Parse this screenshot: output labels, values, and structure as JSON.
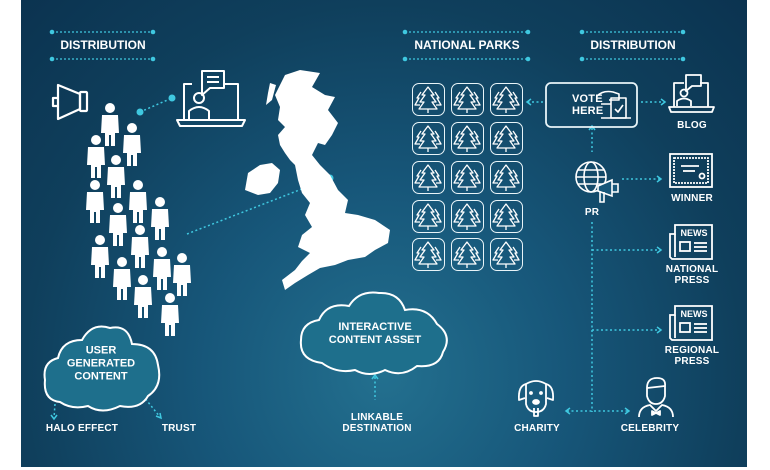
{
  "headings": {
    "left_distribution": "DISTRIBUTION",
    "national_parks": "NATIONAL PARKS",
    "right_distribution": "DISTRIBUTION"
  },
  "clouds": {
    "ugc": [
      "USER",
      "GENERATED",
      "CONTENT"
    ],
    "interactive": [
      "INTERACTIVE",
      "CONTENT ASSET"
    ]
  },
  "labels": {
    "halo_effect": "HALO EFFECT",
    "trust": "TRUST",
    "linkable_1": "LINKABLE",
    "linkable_2": "DESTINATION",
    "vote_1": "VOTE",
    "vote_2": "HERE",
    "blog": "BLOG",
    "pr": "PR",
    "winner": "WINNER",
    "national_press_1": "NATIONAL",
    "national_press_2": "PRESS",
    "regional_press_1": "REGIONAL",
    "regional_press_2": "PRESS",
    "news": "NEWS",
    "charity": "CHARITY",
    "celebrity": "CELEBRITY"
  },
  "colors": {
    "accent": "#3fc8e0",
    "background": "#0f3f5c",
    "cloud": "#1e6f8c"
  }
}
